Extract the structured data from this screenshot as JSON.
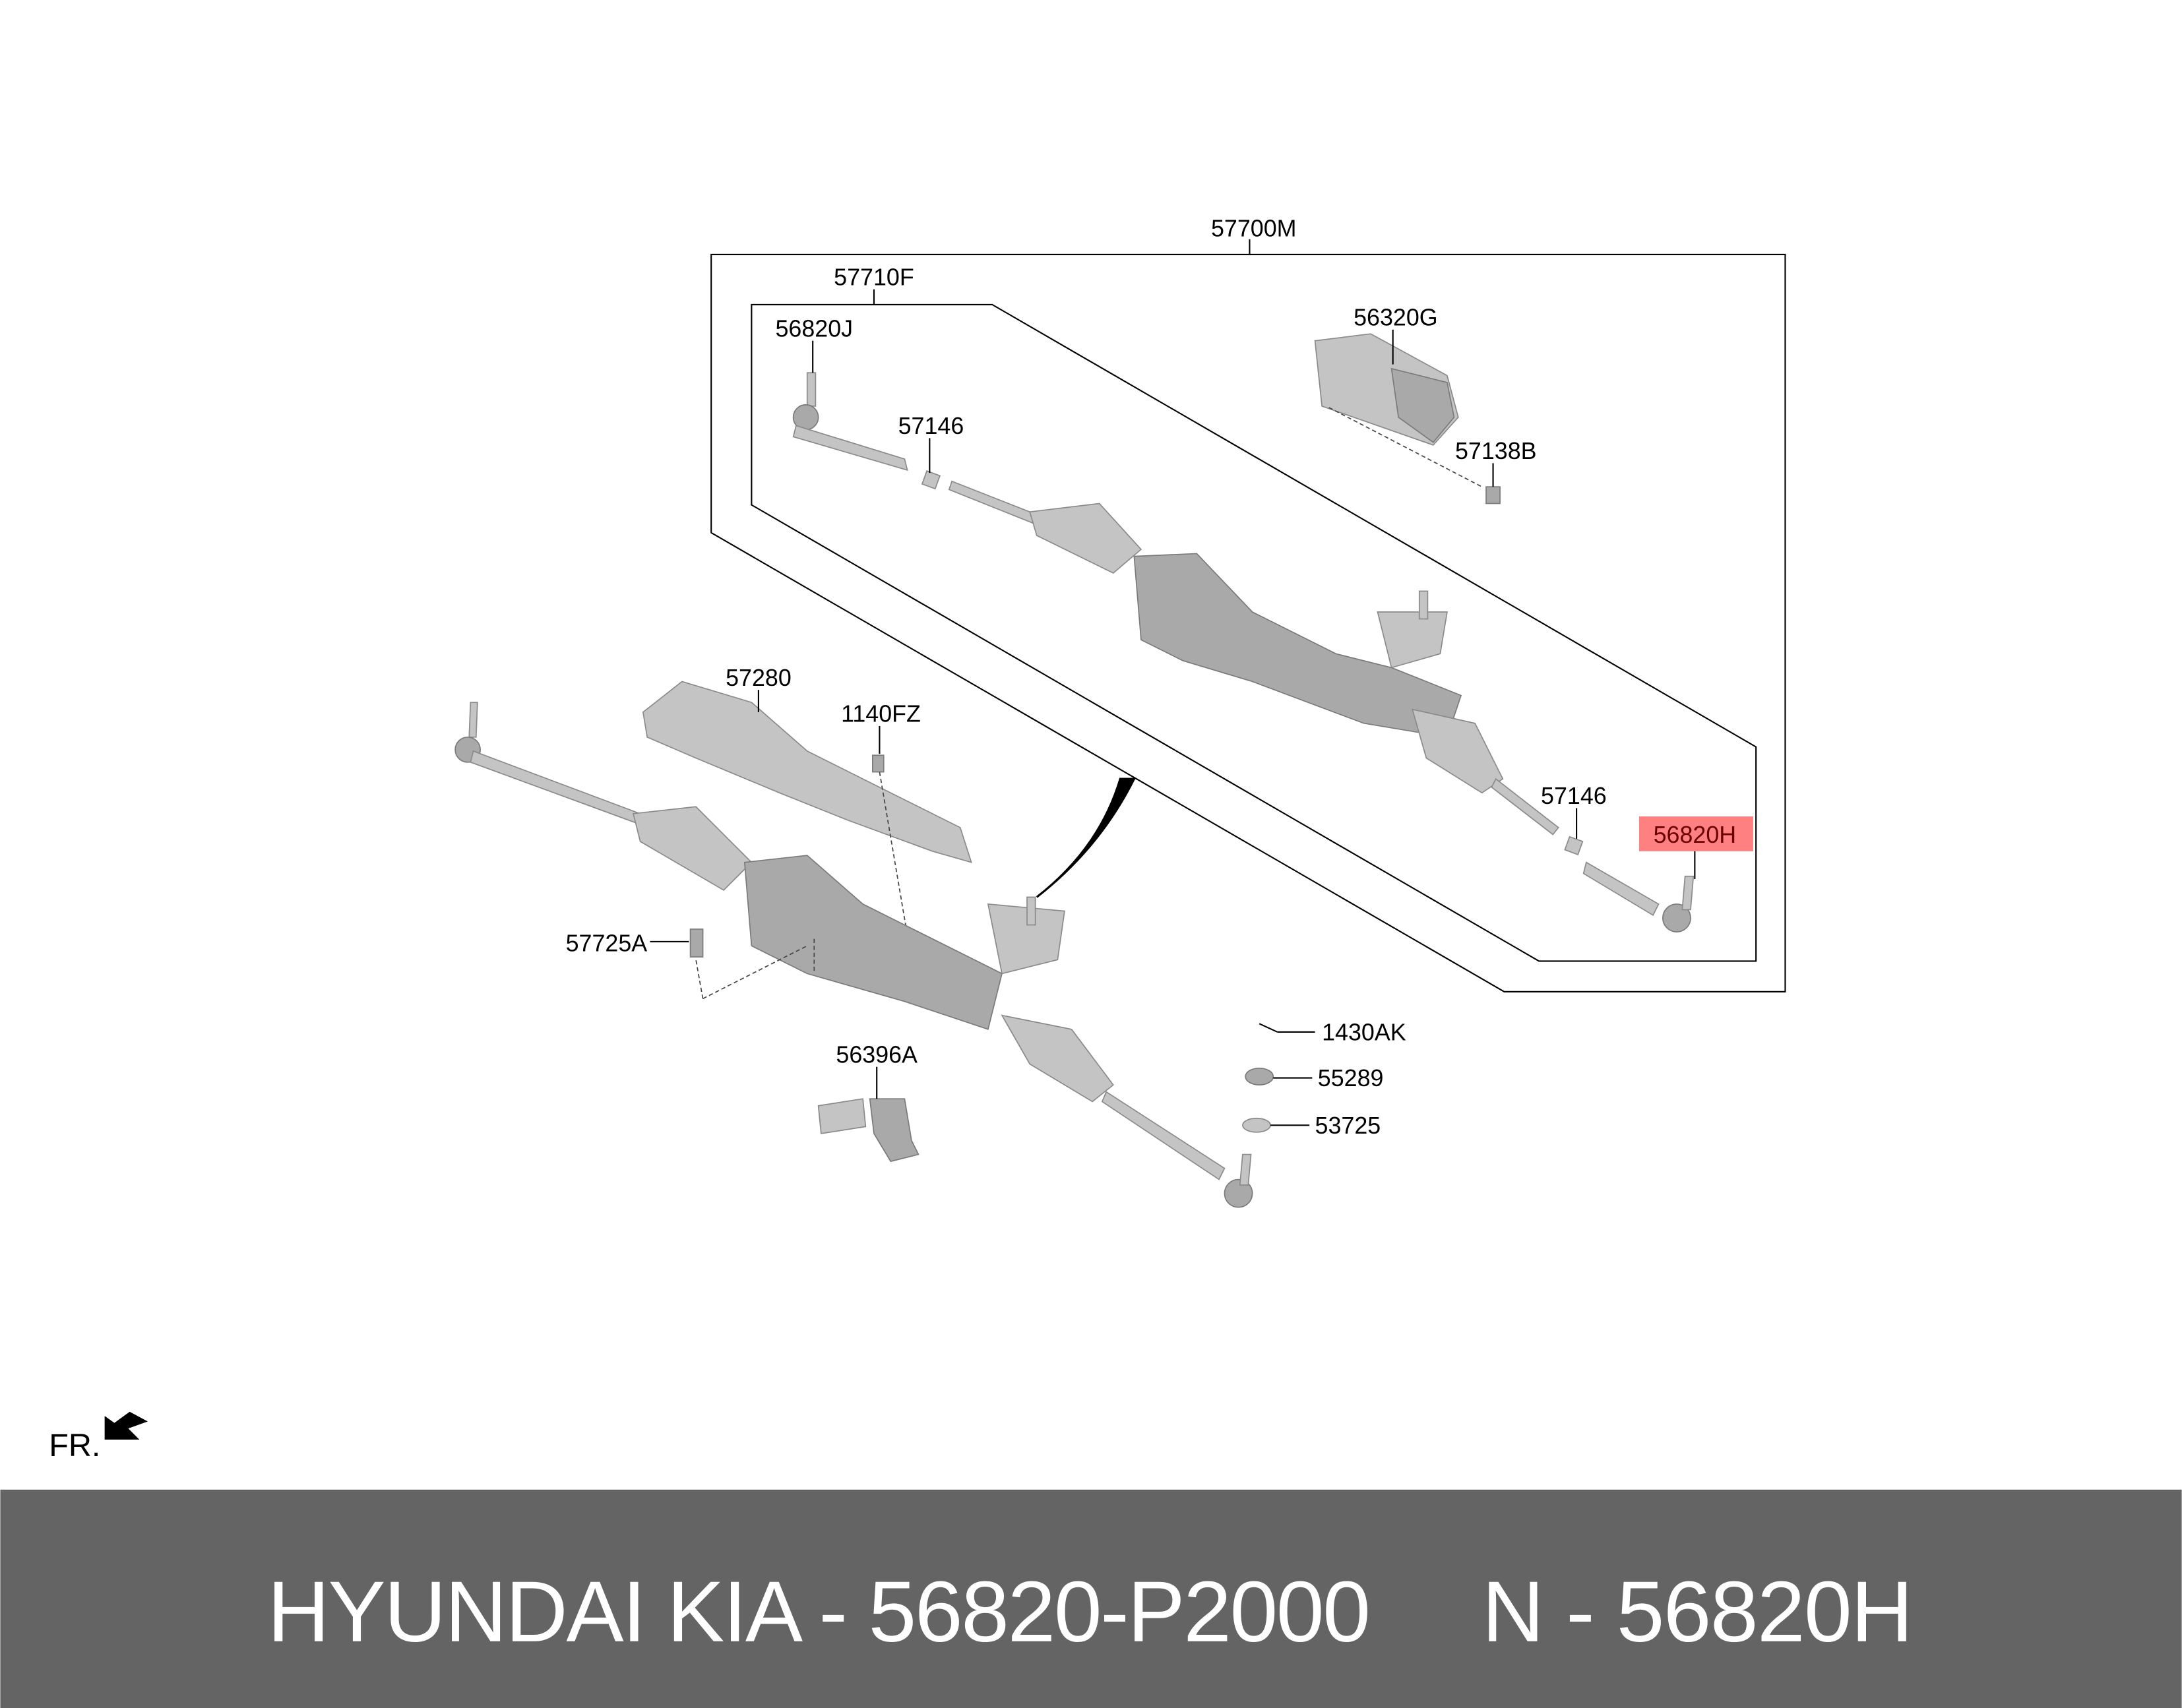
{
  "labels": {
    "assembly": "57700M",
    "gear_box": "57710F",
    "tie_rod_end_lh": "56820J",
    "motor": "56320G",
    "nut_upper": "57146",
    "bolt_motor": "57138B",
    "heat_protector": "57280",
    "bolt_protector": "1140FZ",
    "nut_lower": "57146",
    "tie_rod_end_rh": "56820H",
    "bolt_mount": "57725A",
    "bolt_1430": "1430AK",
    "part_55289": "55289",
    "washer": "53725",
    "sensor": "56396A"
  },
  "highlight_color": "#ff8080",
  "front_indicator": "FR.",
  "banner": {
    "left_text": "HYUNDAI KIA - 56820-P2000",
    "right_text": "N - 56820H",
    "background": "#646464"
  }
}
